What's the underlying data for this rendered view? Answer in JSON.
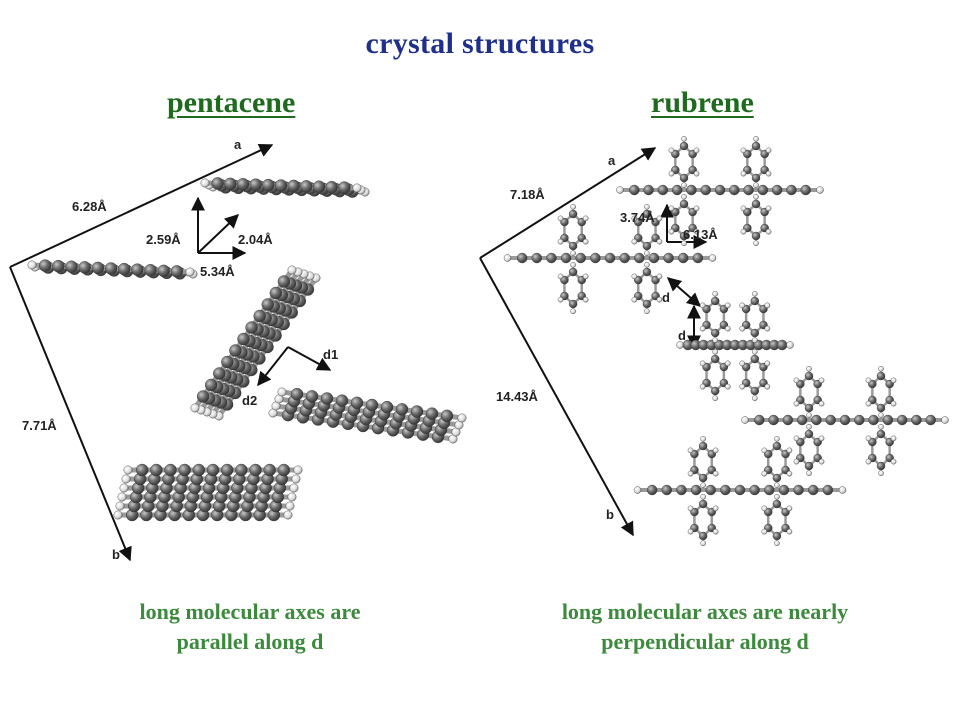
{
  "title": "crystal structures",
  "pentacene": {
    "heading": "pentacene",
    "caption_line1": "long molecular axes are",
    "caption_line2": "parallel along d",
    "labels": {
      "a": "a",
      "b": "b",
      "len_a": "6.28Å",
      "len_b": "7.71Å",
      "d259": "2.59Å",
      "d204": "2.04Å",
      "d534": "5.34Å",
      "d1": "d1",
      "d2": "d2"
    }
  },
  "rubrene": {
    "heading": "rubrene",
    "caption_line1": "long molecular axes are nearly",
    "caption_line2": "perpendicular along d",
    "labels": {
      "a": "a",
      "b": "b",
      "len_a": "7.18Å",
      "len_b": "14.43Å",
      "d374": "3.74Å",
      "d613": "6.13Å",
      "d_upper": "d",
      "d_lower": "d"
    }
  },
  "colors": {
    "title": "#1f2f8c",
    "heading": "#1e6b1e",
    "caption": "#3c8a3c",
    "carbon": "#6e6e6e",
    "hydrogen": "#e6e6e6",
    "arrow": "#111111"
  }
}
